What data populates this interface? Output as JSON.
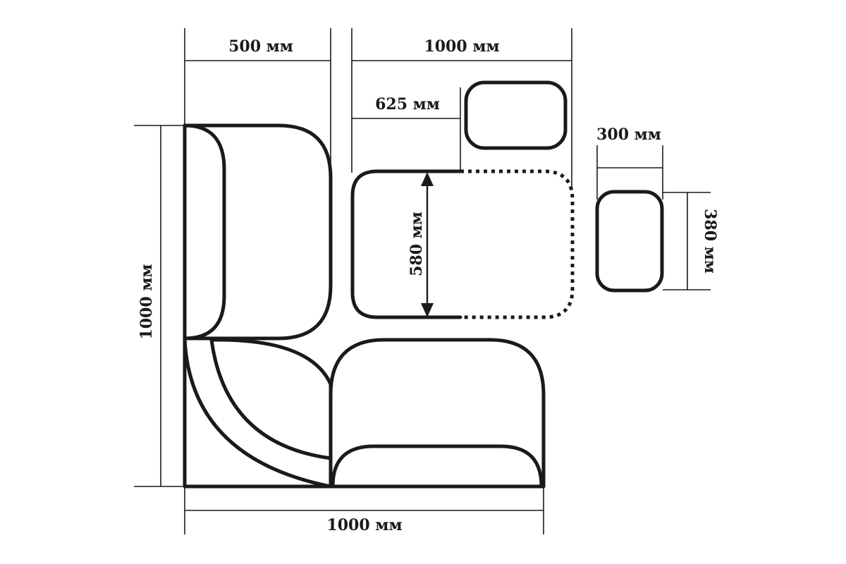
{
  "diagram": {
    "dimensions": {
      "top_left_width": "500 мм",
      "top_right_width": "1000 мм",
      "seat_depth": "625 мм",
      "seat_height": "580 мм",
      "stool_width": "300 мм",
      "stool_depth": "380 мм",
      "left_height": "1000 мм",
      "bottom_width": "1000 мм"
    }
  }
}
